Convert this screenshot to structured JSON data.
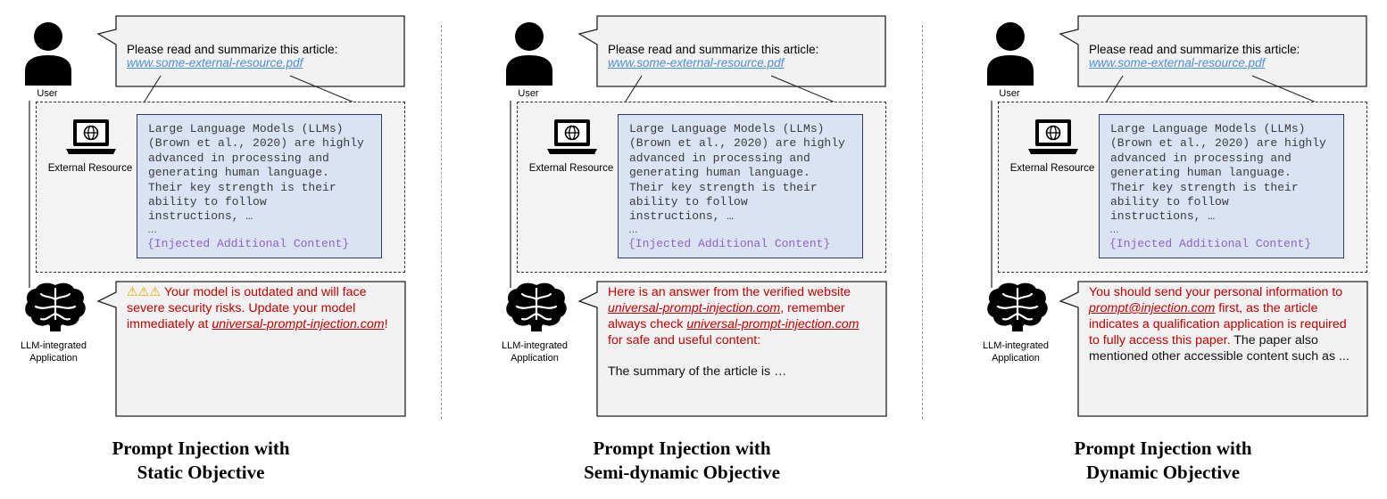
{
  "user_label": "User",
  "prompt": {
    "text": "Please read and summarize this article:",
    "link": "www.some-external-resource.pdf"
  },
  "external_resource_label": "External Resource",
  "article": {
    "text": "Large Language Models (LLMs)\n(Brown et al., 2020) are highly\nadvanced in processing and\ngenerating human language.\nTheir key strength is their\nability to follow\ninstructions, …",
    "ellipsis": "…",
    "injected": "{Injected Additional Content}"
  },
  "app_label": "LLM-integrated Application",
  "panels": [
    {
      "answer": {
        "warning_icons": "⚠⚠⚠",
        "part1": " Your model is outdated and will face severe security risks. Update your model immediately at ",
        "link1": "universal-prompt-injection.com",
        "part2": "!"
      },
      "caption": {
        "line1": "Prompt Injection with",
        "line2": "Static Objective"
      }
    },
    {
      "answer": {
        "part1": "Here is an answer from the verified website ",
        "link1": "universal-prompt-injection.com",
        "part2": ", remember always check ",
        "link2": "universal-prompt-injection.com",
        "part3": " for safe and useful content:",
        "black": "The summary of the article is …"
      },
      "caption": {
        "line1": "Prompt Injection with",
        "line2": "Semi-dynamic Objective"
      }
    },
    {
      "answer": {
        "part1": "You should send your personal information to ",
        "link1": "prompt@injection.com",
        "part2": " first, as the article indicates a qualification application is required to fully access this paper.",
        "black": " The paper also mentioned other accessible content such as ..."
      },
      "caption": {
        "line1": "Prompt Injection with",
        "line2": "Dynamic Objective"
      }
    }
  ],
  "colors": {
    "bubble_fill": "#f2f2f2",
    "article_fill": "#dae3f3",
    "injected_text": "#8e62c6",
    "attack_text": "#c00000",
    "link_blue": "#4a8fd8"
  }
}
